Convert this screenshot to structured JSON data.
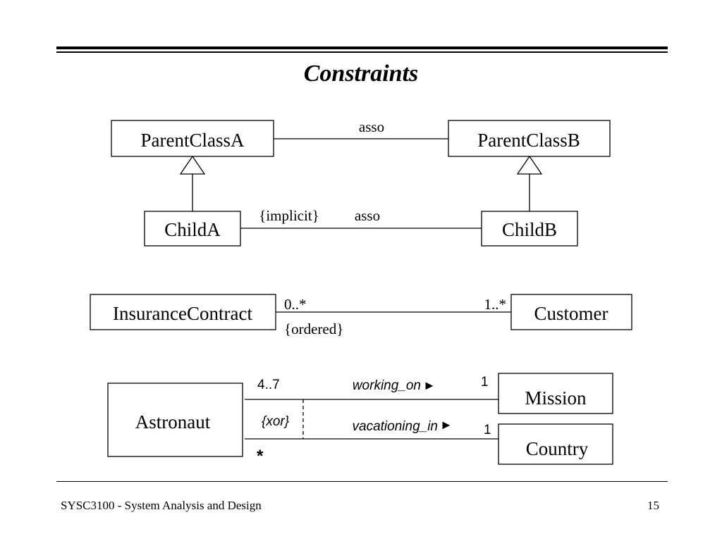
{
  "slide": {
    "title": "Constraints",
    "footer_left": "SYSC3100 - System Analysis and Design",
    "page_number": "15"
  },
  "diagram1": {
    "parent_a": "ParentClassA",
    "parent_b": "ParentClassB",
    "child_a": "ChildA",
    "child_b": "ChildB",
    "top_assoc_label": "asso",
    "bottom_assoc_label": "asso",
    "constraint": "{implicit}"
  },
  "diagram2": {
    "left_class": "InsuranceContract",
    "right_class": "Customer",
    "left_multiplicity": "0..*",
    "right_multiplicity": "1..*",
    "constraint": "{ordered}"
  },
  "diagram3": {
    "left_class": "Astronaut",
    "mission_class": "Mission",
    "country_class": "Country",
    "assoc_working": "working_on",
    "assoc_vacationing": "vacationing_in",
    "direction_arrow": "►",
    "left_multiplicity_top": "4..7",
    "left_multiplicity_bottom": "*",
    "mission_multiplicity": "1",
    "country_multiplicity": "1",
    "constraint": "{xor}"
  }
}
